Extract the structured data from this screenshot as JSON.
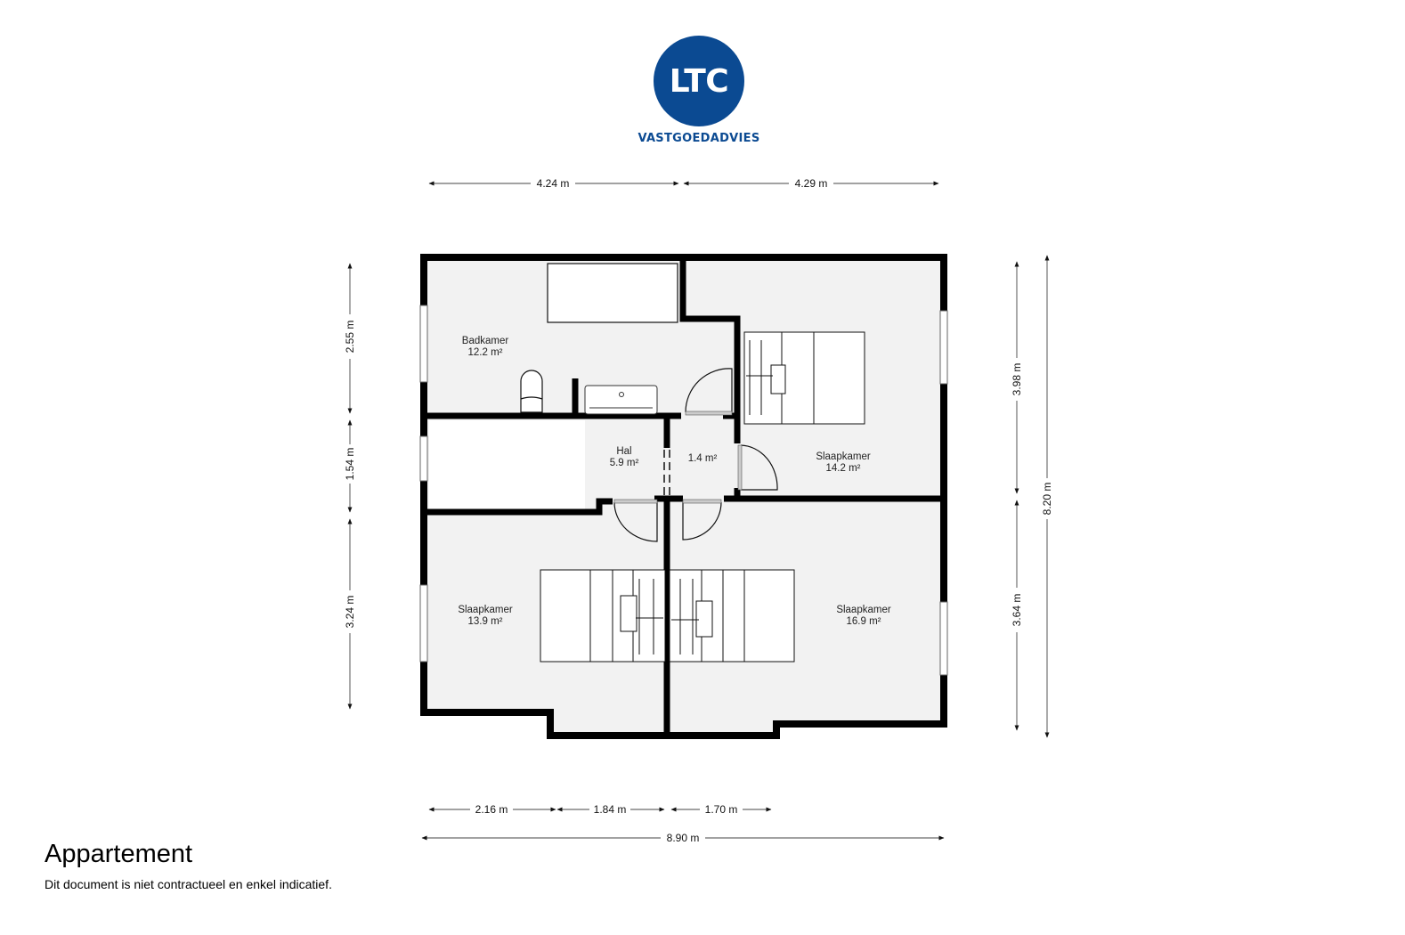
{
  "logo": {
    "text": "LTC",
    "subtitle": "VASTGOEDADVIES",
    "color": "#0b4a92"
  },
  "rooms": [
    {
      "name": "Badkamer",
      "area": "12.2 m²"
    },
    {
      "name": "Hal",
      "area": "5.9 m²"
    },
    {
      "name": "",
      "area": "1.4 m²"
    },
    {
      "name": "Slaapkamer",
      "area": "14.2 m²"
    },
    {
      "name": "Slaapkamer",
      "area": "13.9 m²"
    },
    {
      "name": "Slaapkamer",
      "area": "16.9 m²"
    }
  ],
  "dimensions": {
    "top": [
      "4.24 m",
      "4.29 m"
    ],
    "left": [
      "2.55 m",
      "1.54 m",
      "3.24 m"
    ],
    "right_inner": [
      "3.98 m",
      "3.64 m"
    ],
    "right_total": "8.20 m",
    "bottom": [
      "2.16 m",
      "1.84 m",
      "1.70 m"
    ],
    "bottom_total": "8.90 m"
  },
  "footer": {
    "title": "Appartement",
    "disclaimer": "Dit document is niet contractueel en enkel indicatief."
  }
}
